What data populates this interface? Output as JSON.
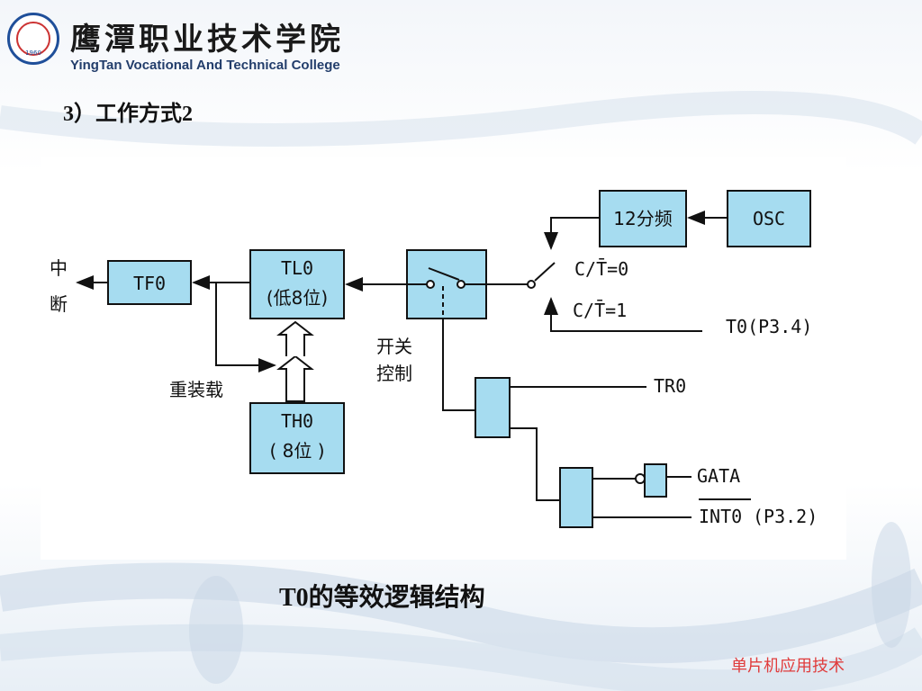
{
  "header": {
    "college_cn": "鹰潭职业技术学院",
    "college_en": "YingTan Vocational And Technical College",
    "logo_year": "1960"
  },
  "section_title": "3）工作方式2",
  "diagram": {
    "interrupt": "中断",
    "tf0": "TF0",
    "tl0_line1": "TL0",
    "tl0_line2": "(低8位)",
    "th0_line1": "TH0",
    "th0_line2": "( 8位 )",
    "reload": "重装载",
    "switch_control_1": "开关",
    "switch_control_2": "控制",
    "div12": "12分频",
    "osc": "OSC",
    "ct0": "C/T̄=0",
    "ct1": "C/T̄=1",
    "t0_pin": "T0(P3.4)",
    "tr0": "TR0",
    "gate": "GATA",
    "int0": "INT0",
    "int0_pin": "(P3.2)"
  },
  "caption": "T0的等效逻辑结构",
  "footer": "单片机应用技术"
}
